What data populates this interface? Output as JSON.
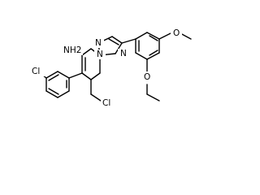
{
  "structure": {
    "labels": {
      "nh2": "NH2",
      "n_ring_top": "N",
      "n_ring_left": "N",
      "n_ring_bottom": "N",
      "cl_aryl": "Cl",
      "cl_methyl": "Cl",
      "o_methoxy_top": "O",
      "o_methoxy_mid": "O"
    }
  }
}
